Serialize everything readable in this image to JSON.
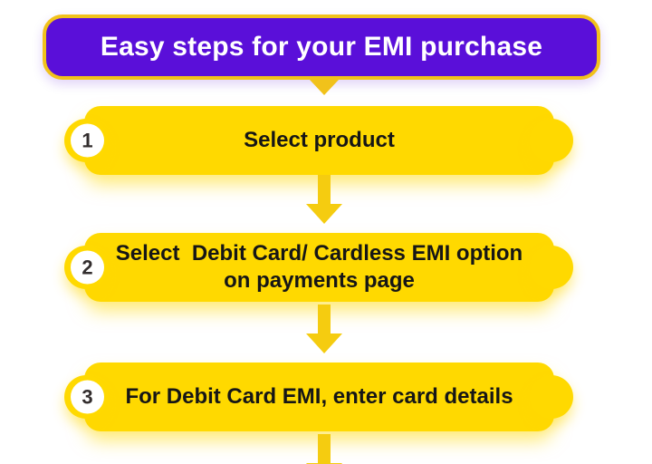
{
  "header": {
    "title": "Easy steps for your EMI purchase"
  },
  "steps": [
    {
      "number": "1",
      "text": "Select product"
    },
    {
      "number": "2",
      "text": "Select  Debit Card/ Cardless EMI option\non payments page"
    },
    {
      "number": "3",
      "text": "For Debit Card EMI, enter card details"
    }
  ],
  "colors": {
    "header_background": "#5A0FD9",
    "header_border": "#F1C21B",
    "header_text": "#FFFFFF",
    "step_bar": "#FFD900",
    "arrow": "#F5CC10",
    "step_text": "#161616",
    "badge_background": "#FFFFFF",
    "badge_number": "#332E2E"
  }
}
